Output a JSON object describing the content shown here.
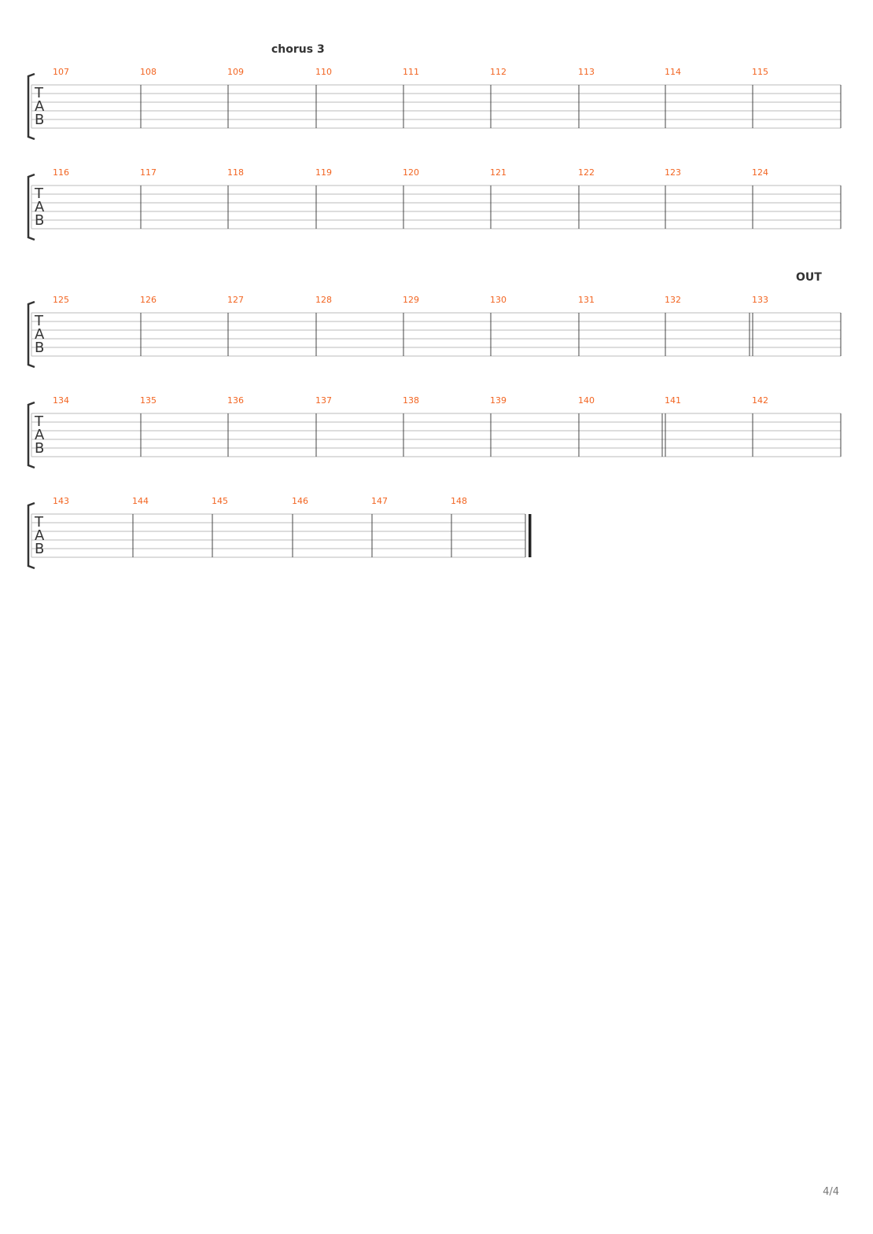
{
  "page": {
    "page_number": "4/4"
  },
  "colors": {
    "bar_number": "#f26522",
    "staff_line": "#bbbbbb",
    "barline": "#444444",
    "text": "#333333"
  },
  "clef": {
    "letters": [
      "T",
      "A",
      "B"
    ]
  },
  "systems": [
    {
      "section_label": "chorus 3",
      "measures": [
        "107",
        "108",
        "109",
        "110",
        "111",
        "112",
        "113",
        "114",
        "115"
      ],
      "double_bar_before": null,
      "ending": "normal"
    },
    {
      "section_label": "",
      "measures": [
        "116",
        "117",
        "118",
        "119",
        "120",
        "121",
        "122",
        "123",
        "124"
      ],
      "double_bar_before": null,
      "ending": "normal"
    },
    {
      "section_label": "OUT",
      "measures": [
        "125",
        "126",
        "127",
        "128",
        "129",
        "130",
        "131",
        "132",
        "133"
      ],
      "double_bar_before": "133",
      "ending": "normal"
    },
    {
      "section_label": "",
      "measures": [
        "134",
        "135",
        "136",
        "137",
        "138",
        "139",
        "140",
        "141",
        "142"
      ],
      "double_bar_before": "141",
      "ending": "normal"
    },
    {
      "section_label": "",
      "measures": [
        "143",
        "144",
        "145",
        "146",
        "147",
        "148"
      ],
      "double_bar_before": null,
      "ending": "final"
    }
  ]
}
